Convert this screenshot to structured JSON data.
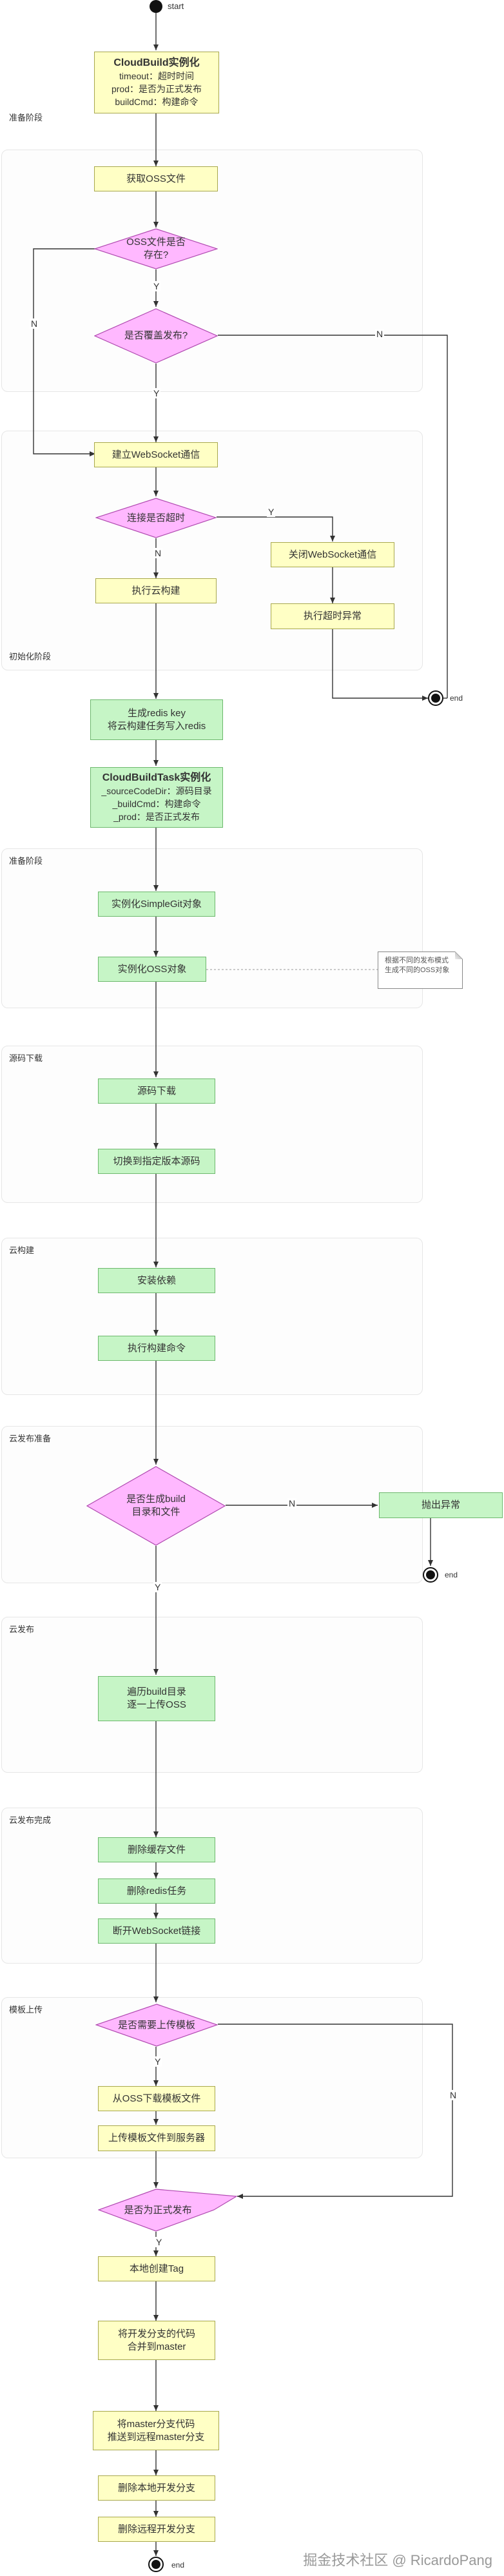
{
  "labels": {
    "start": "start",
    "end": "end",
    "yes": "Y",
    "no": "N"
  },
  "zones": {
    "prepare1": "准备阶段",
    "init": "初始化阶段",
    "prepare2": "准备阶段",
    "source_download": "源码下载",
    "cloud_build": "云构建",
    "publish_prepare": "云发布准备",
    "publish": "云发布",
    "publish_done": "云发布完成",
    "template_upload": "模板上传"
  },
  "cloudbuild": {
    "title": "CloudBuild实例化",
    "line1": "timeout：超时时间",
    "line2": "prod：是否为正式发布",
    "line3": "buildCmd：构建命令"
  },
  "steps": {
    "get_oss": "获取OSS文件",
    "oss_exists": [
      "OSS文件是否",
      "存在?"
    ],
    "overwrite": "是否覆盖发布?",
    "create_ws": "建立WebSocket通信",
    "conn_timeout": "连接是否超时",
    "close_ws": "关闭WebSocket通信",
    "run_cloud_build": "执行云构建",
    "timeout_error": "执行超时异常",
    "redis": [
      "生成redis key",
      "将云构建任务写入redis"
    ],
    "simple_git": "实例化SimpleGit对象",
    "oss_object": "实例化OSS对象",
    "download_source": "源码下载",
    "checkout_version": "切换到指定版本源码",
    "install_deps": "安装依赖",
    "exec_build_cmd": "执行构建命令",
    "build_check": [
      "是否生成build",
      "目录和文件"
    ],
    "throw_error": "抛出异常",
    "upload_oss": [
      "遍历build目录",
      "逐一上传OSS"
    ],
    "delete_cache": "删除缓存文件",
    "delete_redis": "删除redis任务",
    "disconnect_ws": "断开WebSocket链接",
    "need_template": "是否需要上传模板",
    "download_template": "从OSS下载模板文件",
    "upload_template": "上传模板文件到服务器",
    "is_prod": "是否为正式发布",
    "create_tag": "本地创建Tag",
    "merge_master": [
      "将开发分支的代码",
      "合并到master"
    ],
    "push_master": [
      "将master分支代码",
      "推送到远程master分支"
    ],
    "delete_local_branch": "删除本地开发分支",
    "delete_remote_branch": "删除远程开发分支"
  },
  "task": {
    "title": "CloudBuildTask实例化",
    "line1": "_sourceCodeDir：源码目录",
    "line2": "_buildCmd：构建命令",
    "line3": "_prod：是否正式发布"
  },
  "note": [
    "根据不同的发布模式",
    "生成不同的OSS对象"
  ],
  "watermark": "掘金技术社区 @ RicardoPang"
}
